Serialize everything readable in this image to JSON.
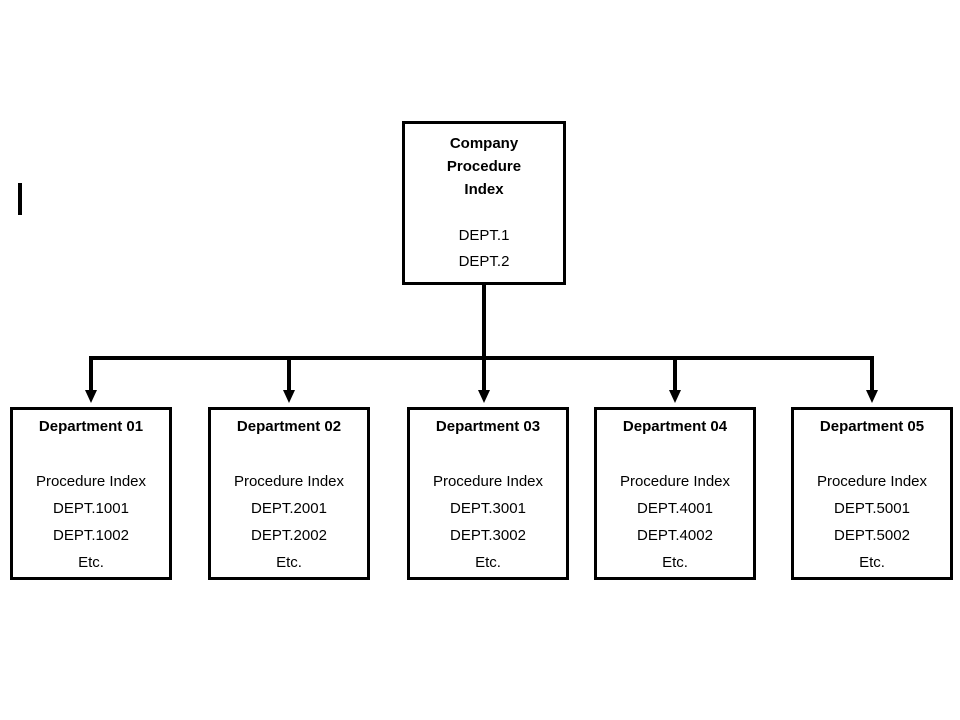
{
  "colors": {
    "background": "#ffffff",
    "line": "#000000",
    "text": "#000000"
  },
  "root": {
    "title_lines": [
      "Company",
      "Procedure",
      "Index"
    ],
    "entries": [
      "DEPT.1",
      "DEPT.2"
    ]
  },
  "departments": [
    {
      "title": "Department 01",
      "lines": [
        "Procedure Index",
        "DEPT.1001",
        "DEPT.1002",
        "Etc."
      ]
    },
    {
      "title": "Department 02",
      "lines": [
        "Procedure Index",
        "DEPT.2001",
        "DEPT.2002",
        "Etc."
      ]
    },
    {
      "title": "Department 03",
      "lines": [
        "Procedure Index",
        "DEPT.3001",
        "DEPT.3002",
        "Etc."
      ]
    },
    {
      "title": "Department 04",
      "lines": [
        "Procedure Index",
        "DEPT.4001",
        "DEPT.4002",
        "Etc."
      ]
    },
    {
      "title": "Department 05",
      "lines": [
        "Procedure Index",
        "DEPT.5001",
        "DEPT.5002",
        "Etc."
      ]
    }
  ]
}
